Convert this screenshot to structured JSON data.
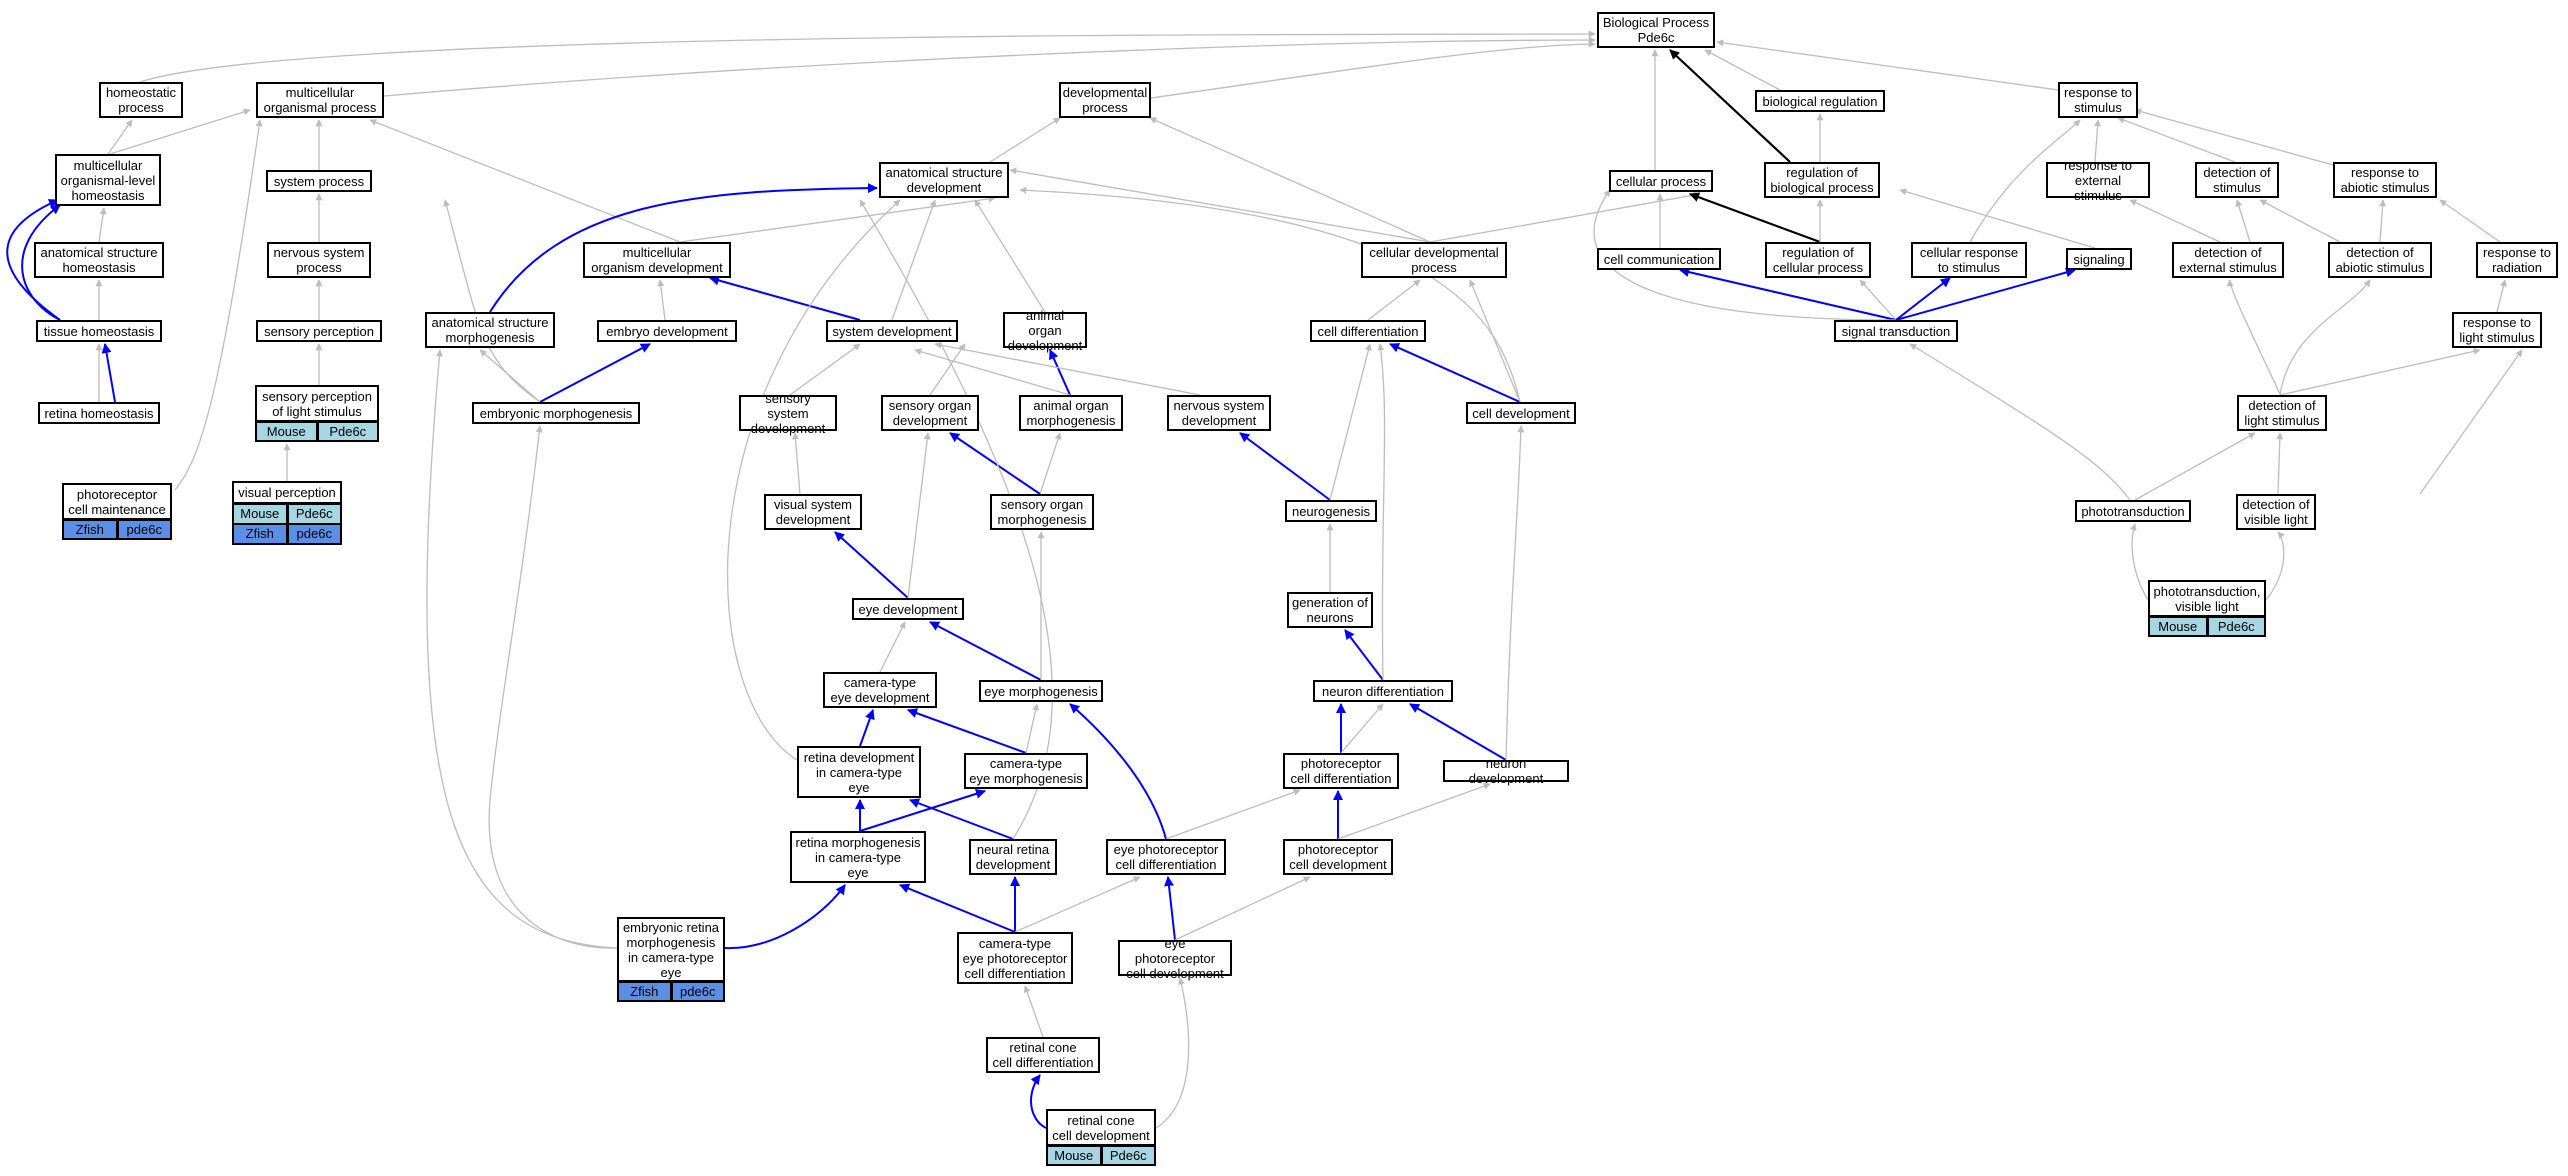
{
  "colors": {
    "gray_edge": "#bdbdbd",
    "blue_edge": "#0000ff",
    "black_edge": "#000000",
    "zfish_fill": "#5b8fe6",
    "mouse_fill": "#a7d6e3"
  },
  "nodes": {
    "bp": "Biological Process\nPde6c",
    "homeostatic": "homeostatic\nprocess",
    "multicellular_organismal": "multicellular\norganismal process",
    "developmental": "developmental\nprocess",
    "biological_regulation": "biological regulation",
    "response_to_stimulus": "response to\nstimulus",
    "multicellular_organismal_homeostasis": "multicellular\norganismal-level\nhomeostasis",
    "system_process": "system process",
    "anatomical_structure_development": "anatomical structure\ndevelopment",
    "cellular_process": "cellular process",
    "regulation_of_biological_process": "regulation of\nbiological process",
    "response_to_external_stimulus": "response to\nexternal stimulus",
    "detection_of_stimulus": "detection of\nstimulus",
    "response_to_abiotic_stimulus": "response to\nabiotic stimulus",
    "anatomical_structure_homeostasis": "anatomical structure\nhomeostasis",
    "nervous_system_process": "nervous system\nprocess",
    "multicellular_organism_development": "multicellular\norganism development",
    "cellular_developmental_process": "cellular developmental\nprocess",
    "cell_communication": "cell communication",
    "regulation_of_cellular_process": "regulation of\ncellular process",
    "cellular_response_to_stimulus": "cellular response\nto stimulus",
    "signaling": "signaling",
    "detection_of_external_stimulus": "detection of\nexternal stimulus",
    "detection_of_abiotic_stimulus": "detection of\nabiotic stimulus",
    "response_to_radiation": "response to\nradiation",
    "tissue_homeostasis": "tissue homeostasis",
    "sensory_perception": "sensory perception",
    "anatomical_structure_morphogenesis": "anatomical structure\nmorphogenesis",
    "embryo_development": "embryo development",
    "system_development": "system development",
    "animal_organ_development": "animal organ\ndevelopment",
    "cell_differentiation": "cell differentiation",
    "signal_transduction": "signal transduction",
    "response_to_light_stimulus": "response to\nlight stimulus",
    "retina_homeostasis": "retina homeostasis",
    "sensory_perception_of_light": "sensory perception\nof light stimulus",
    "embryonic_morphogenesis": "embryonic morphogenesis",
    "sensory_system_development": "sensory system\ndevelopment",
    "sensory_organ_development": "sensory organ\ndevelopment",
    "animal_organ_morphogenesis": "animal organ\nmorphogenesis",
    "nervous_system_development": "nervous system\ndevelopment",
    "cell_development": "cell development",
    "detection_of_light_stimulus": "detection of\nlight stimulus",
    "photoreceptor_cell_maintenance": "photoreceptor\ncell maintenance",
    "visual_perception": "visual perception",
    "visual_system_development": "visual system\ndevelopment",
    "sensory_organ_morphogenesis": "sensory organ\nmorphogenesis",
    "neurogenesis": "neurogenesis",
    "phototransduction": "phototransduction",
    "detection_of_visible_light": "detection of\nvisible light",
    "phototransduction_visible_light": "phototransduction,\nvisible light",
    "generation_of_neurons": "generation of\nneurons",
    "eye_development": "eye development",
    "camera_type_eye_development": "camera-type\neye development",
    "eye_morphogenesis": "eye morphogenesis",
    "neuron_differentiation": "neuron differentiation",
    "retina_development": "retina development\nin camera-type\neye",
    "camera_type_eye_morphogenesis": "camera-type\neye morphogenesis",
    "photoreceptor_cell_differentiation": "photoreceptor\ncell differentiation",
    "neuron_development": "neuron development",
    "retina_morphogenesis": "retina morphogenesis\nin camera-type\neye",
    "neural_retina_development": "neural retina\ndevelopment",
    "eye_photoreceptor_cell_differentiation": "eye photoreceptor\ncell differentiation",
    "photoreceptor_cell_development": "photoreceptor\ncell development",
    "embryonic_retina_morphogenesis": "embryonic retina\nmorphogenesis\nin camera-type\neye",
    "camera_type_eye_photoreceptor_cell_differentiation": "camera-type\neye photoreceptor\ncell differentiation",
    "eye_photoreceptor_cell_development": "eye photoreceptor\ncell development",
    "retinal_cone_cell_differentiation": "retinal cone\ncell differentiation",
    "retinal_cone_cell_development": "retinal cone\ncell development"
  },
  "orthologs": {
    "photoreceptor_cell_maintenance": [
      {
        "species": "Zfish",
        "gene": "pde6c"
      }
    ],
    "sensory_perception_of_light": [
      {
        "species": "Mouse",
        "gene": "Pde6c"
      }
    ],
    "visual_perception": [
      {
        "species": "Mouse",
        "gene": "Pde6c"
      },
      {
        "species": "Zfish",
        "gene": "pde6c"
      }
    ],
    "phototransduction_visible_light": [
      {
        "species": "Mouse",
        "gene": "Pde6c"
      }
    ],
    "embryonic_retina_morphogenesis": [
      {
        "species": "Zfish",
        "gene": "pde6c"
      }
    ],
    "retinal_cone_cell_development": [
      {
        "species": "Mouse",
        "gene": "Pde6c"
      }
    ]
  }
}
